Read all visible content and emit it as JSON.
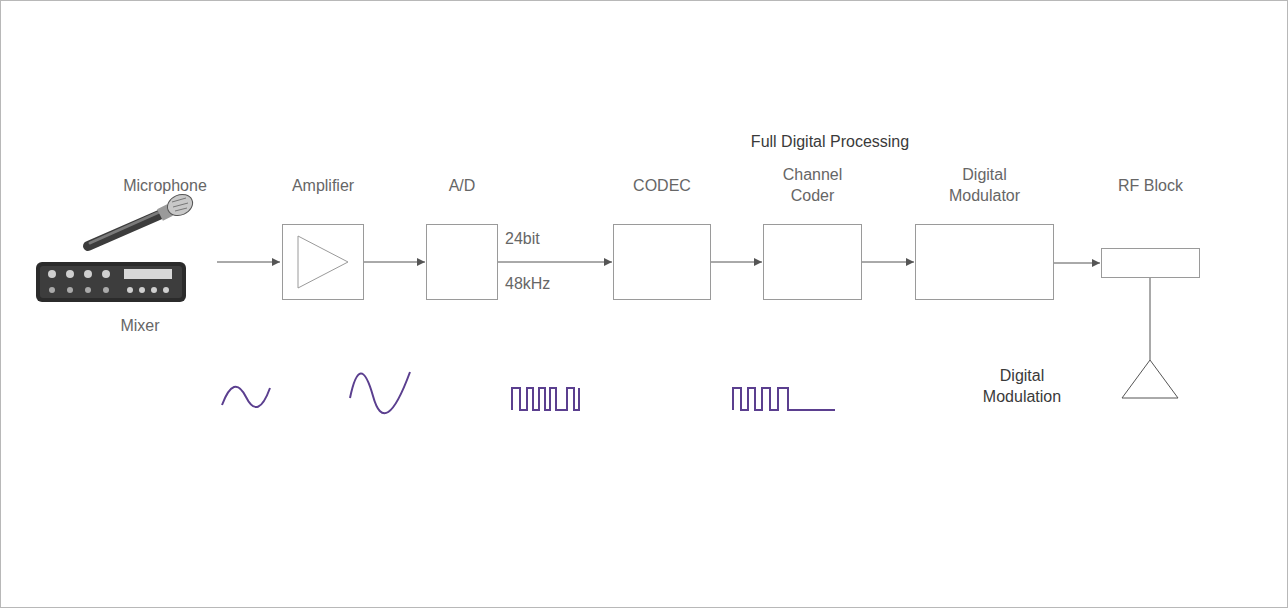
{
  "diagram": {
    "nodes": [
      {
        "text": [
          "Amplifier"
        ]
      },
      {
        "text": [
          "A/D"
        ]
      },
      {
        "text": [
          "Full Digital Processing"
        ]
      },
      {
        "text": [
          "CODEC"
        ],
        "in": 2
      },
      {
        "text": [
          "Channel Coder"
        ],
        "in": 2
      },
      {
        "text": [
          "Digital Modulator"
        ],
        "in": 2
      },
      {
        "text": [
          "RF Block"
        ]
      }
    ],
    "edges": [
      {
        "from": 0,
        "to": 1,
        "arrow": "to"
      },
      {
        "from": 1,
        "to": 3,
        "arrow": "to"
      },
      {
        "from": 3,
        "to": 4,
        "arrow": "to"
      },
      {
        "from": 4,
        "to": 5,
        "arrow": "to"
      },
      {
        "from": 5,
        "to": 6,
        "arrow": "to"
      }
    ],
    "labels": [
      "Microphone",
      "Mixer",
      "24bit",
      "48kHz",
      "Digital Modulation"
    ]
  }
}
